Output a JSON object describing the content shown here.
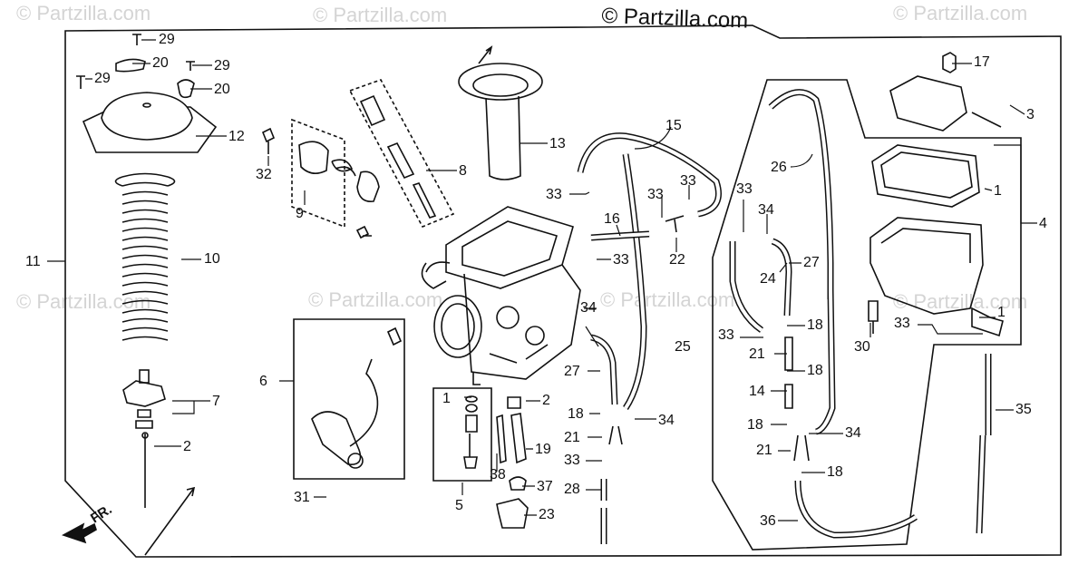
{
  "watermark": "© Partzilla.com",
  "brand": "© Partzilla.com",
  "front_marker": "FR.",
  "callouts": [
    "29",
    "20",
    "29",
    "20",
    "29",
    "12",
    "32",
    "9",
    "8",
    "13",
    "15",
    "33",
    "33",
    "33",
    "16",
    "33",
    "22",
    "11",
    "10",
    "6",
    "3",
    "4",
    "1",
    "17",
    "26",
    "33",
    "34",
    "27",
    "24",
    "18",
    "33",
    "21",
    "18",
    "14",
    "18",
    "21",
    "34",
    "18",
    "36",
    "1",
    "30",
    "33",
    "7",
    "2",
    "31",
    "1",
    "2",
    "19",
    "38",
    "5",
    "37",
    "23",
    "34",
    "27",
    "25",
    "18",
    "34",
    "21",
    "33",
    "28",
    "35"
  ]
}
